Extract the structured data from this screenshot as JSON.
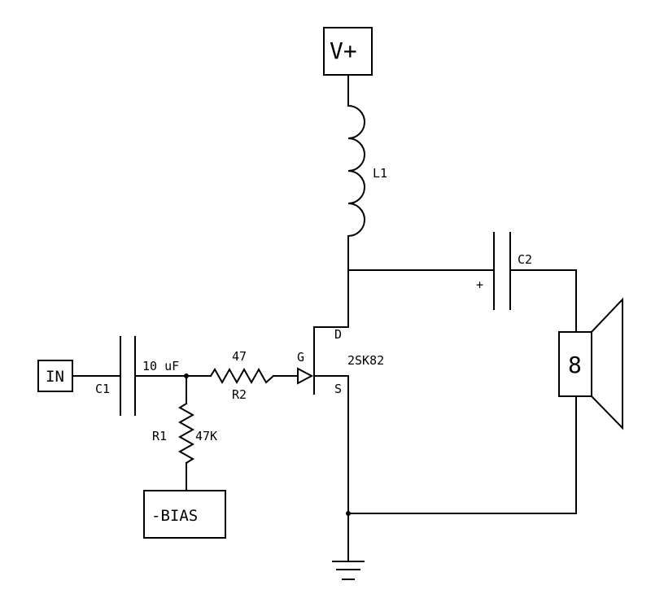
{
  "labels": {
    "vplus": "V+",
    "l1": "L1",
    "c2": "C2",
    "c2_polarity": "+",
    "in": "IN",
    "c1": "C1",
    "c1_value": "10 uF",
    "r2_value": "47",
    "r2": "R2",
    "gate": "G",
    "drain": "D",
    "source": "S",
    "transistor": "2SK82",
    "r1": "R1",
    "r1_value": "47K",
    "bias": "-BIAS",
    "speaker": "8"
  }
}
